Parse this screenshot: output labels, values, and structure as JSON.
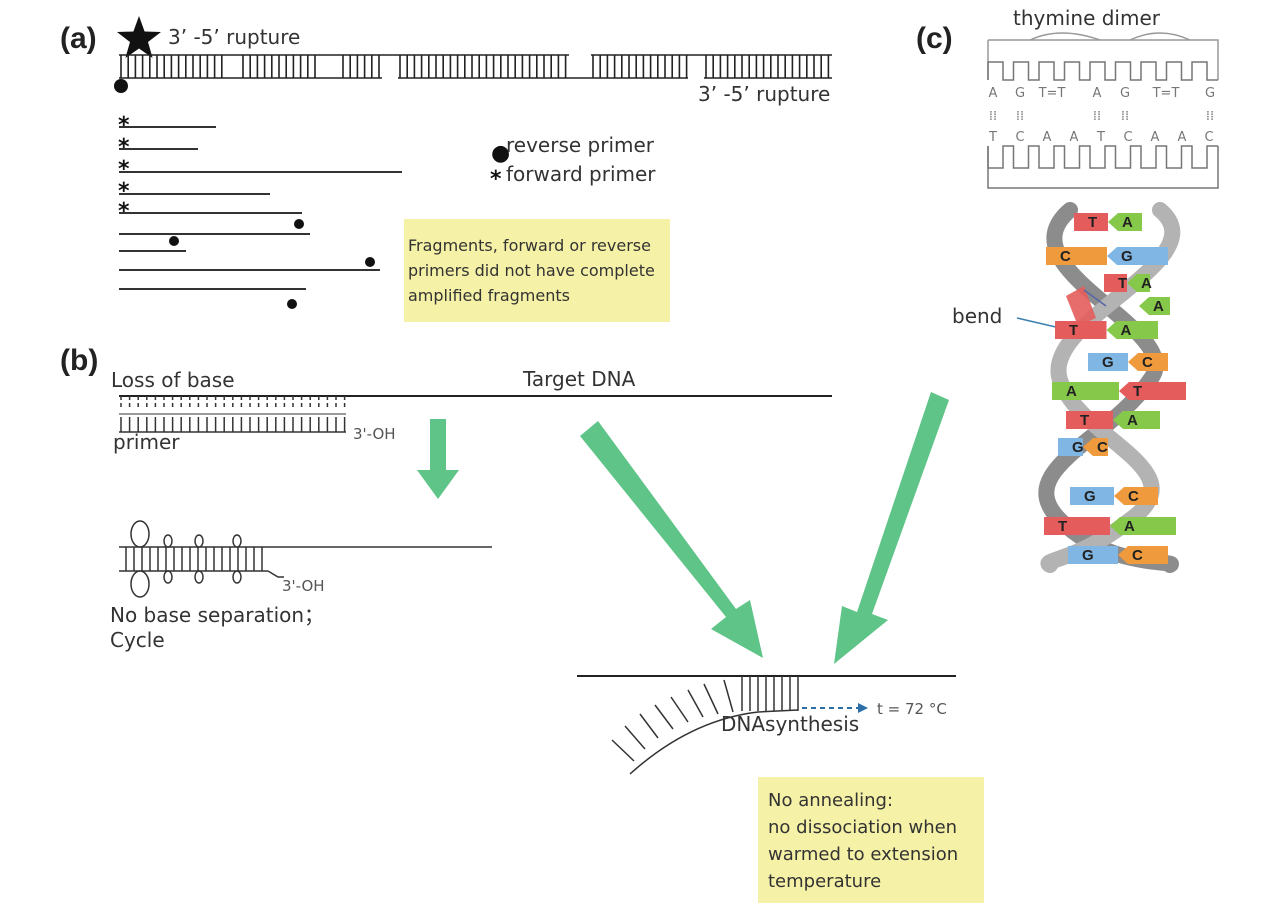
{
  "panel_labels": {
    "a": "(a)",
    "b": "(b)",
    "c": "(c)"
  },
  "panel_a": {
    "rupture_top": "3’ -5’ rupture",
    "rupture_bottom": "3’ -5’ rupture",
    "legend_reverse_marker": "●",
    "legend_reverse": "reverse primer",
    "legend_forward_marker": "*",
    "legend_forward": "forward primer",
    "forward_marker": "*",
    "note_lines": [
      "Fragments, forward or reverse",
      "primers did not have complete",
      "amplified fragments"
    ]
  },
  "panel_b": {
    "loss_of_base": "Loss of base",
    "target_dna": "Target DNA",
    "primer": "primer",
    "oh_1": "3'-OH",
    "oh_2": "3'-OH",
    "no_base_sep_1": "No base separation；",
    "no_base_sep_2": "Cycle",
    "dna_synthesis": "DNAsynthesis",
    "temperature": "t = 72 °C",
    "note_lines": [
      "No annealing:",
      "no dissociation when",
      "warmed to extension",
      "temperature"
    ]
  },
  "panel_c": {
    "thymine_dimer": "thymine dimer",
    "bend": "bend",
    "top_bases": [
      "A",
      "G",
      "T=T",
      "A",
      "G",
      "T=T",
      "G"
    ],
    "bottom_bases": [
      "T",
      "C",
      "A",
      "A",
      "T",
      "C",
      "A",
      "A",
      "C"
    ],
    "helix_pairs": [
      [
        "T",
        "A"
      ],
      [
        "C",
        "G"
      ],
      [
        "T",
        "A"
      ],
      [
        "",
        "A"
      ],
      [
        "T",
        "A"
      ],
      [
        "G",
        "C"
      ],
      [
        "A",
        "T"
      ],
      [
        "T",
        "A"
      ],
      [
        "G",
        "C"
      ],
      [
        "G",
        "C"
      ],
      [
        "T",
        "A"
      ],
      [
        "G",
        "C"
      ]
    ]
  },
  "colors": {
    "arrow_green": "#5fc487",
    "note_yellow": "#f5f1a6",
    "blue_arrow": "#2c6fa8",
    "base_T": "#e45c5c",
    "base_A": "#86c84a",
    "base_C": "#ef9a3c",
    "base_G": "#7fb6e3",
    "helix_backbone": "#8c8c8c"
  }
}
